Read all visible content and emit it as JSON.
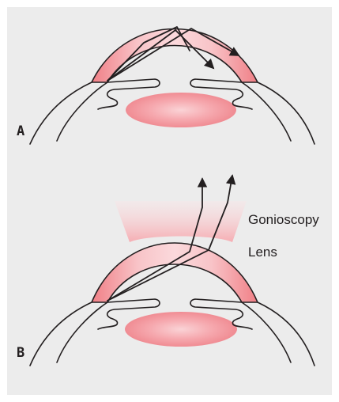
{
  "panels": [
    {
      "label": "A"
    },
    {
      "label": "B"
    }
  ],
  "callout": {
    "line1": "Gonioscopy",
    "line2": "Lens"
  },
  "colors": {
    "background": "#ececec",
    "tissue_pink": "#f4a6a6",
    "lens_pink": "#f28a8a",
    "outline": "#231f20"
  }
}
